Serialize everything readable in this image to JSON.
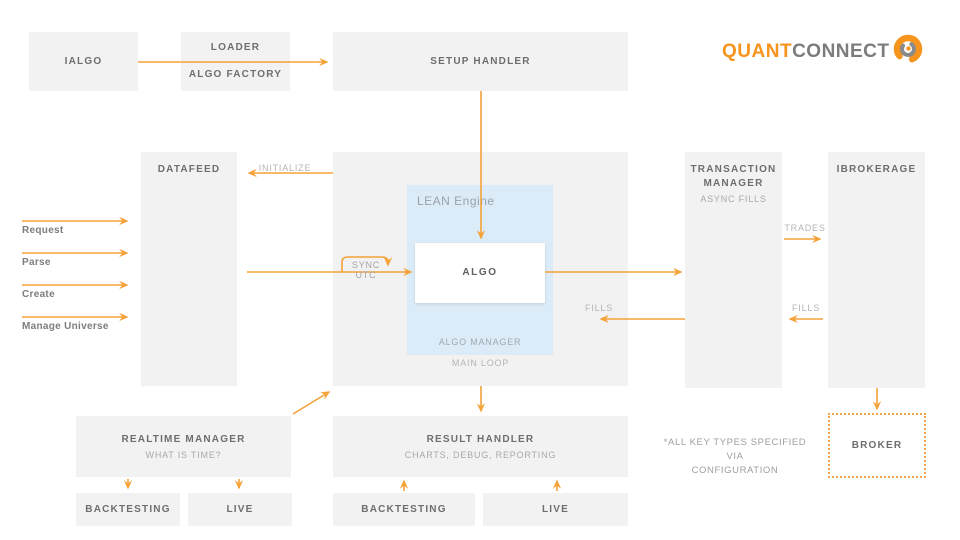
{
  "colors": {
    "arrow_orange": "#f5a238",
    "logo_orange": "#f7941e",
    "logo_gray": "#7c7c7c",
    "box_fill": "#f2f2f2",
    "lean_blue": "#dcebf8",
    "title_gray": "#6e6e6e"
  },
  "logo": {
    "part1": "QUANT",
    "part2": "CONNECT",
    "icon": "swirl-icon"
  },
  "boxes": {
    "ialgo": {
      "title": "IALGO"
    },
    "loader": {
      "line1": "LOADER",
      "line2": "ALGO FACTORY"
    },
    "setup_handler": {
      "title": "SETUP HANDLER"
    },
    "datafeed": {
      "title": "DATAFEED"
    },
    "lean_engine": {
      "label": "LEAN Engine",
      "algo": "ALGO",
      "algo_manager": "ALGO MANAGER",
      "main_loop": "MAIN LOOP"
    },
    "transaction_manager": {
      "title_line1": "TRANSACTION",
      "title_line2": "MANAGER",
      "subtitle": "ASYNC FILLS"
    },
    "ibrokerage": {
      "title": "IBROKERAGE"
    },
    "realtime_manager": {
      "title": "REALTIME MANAGER",
      "subtitle": "WHAT IS TIME?"
    },
    "result_handler": {
      "title": "RESULT HANDLER",
      "subtitle": "CHARTS, DEBUG, REPORTING"
    },
    "backtesting_left": {
      "title": "BACKTESTING"
    },
    "live_left": {
      "title": "LIVE"
    },
    "backtesting_right": {
      "title": "BACKTESTING"
    },
    "live_right": {
      "title": "LIVE"
    },
    "broker": {
      "title": "BROKER"
    }
  },
  "labels": {
    "initialize": "INITIALIZE",
    "sync_utc": "SYNC UTC",
    "fills_inner": "FILLS",
    "trades": "TRADES",
    "fills_outer": "FILLS",
    "request": "Request",
    "parse": "Parse",
    "create": "Create",
    "manage_universe": "Manage Universe",
    "note_line1": "*ALL KEY TYPES SPECIFIED VIA",
    "note_line2": "CONFIGURATION"
  }
}
